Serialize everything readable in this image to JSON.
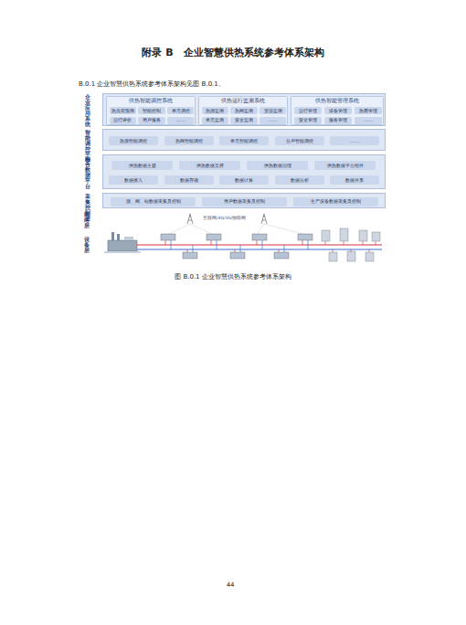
{
  "diagram": {
    "title": "附录 B　企业智慧供热系统参考体系架构",
    "caption": "图 B.0.1 企业智慧供热系统参考体系架构",
    "nodes": [
      {
        "text": [
          "企业应用系统"
        ]
      },
      {
        "text": [
          "供热智能调控系统"
        ],
        "in": 0
      },
      {
        "text": [
          "热负荷预测"
        ],
        "in": 1
      },
      {
        "text": [
          "智能控制"
        ],
        "in": 1
      },
      {
        "text": [
          "单元调控"
        ],
        "in": 1
      },
      {
        "text": [
          "运行评价"
        ],
        "in": 1
      },
      {
        "text": [
          "用户服务"
        ],
        "in": 1
      },
      {
        "text": [
          "……"
        ],
        "in": 1
      },
      {
        "text": [
          "供热运行监测系统"
        ],
        "in": 0
      },
      {
        "text": [
          "热源监测"
        ],
        "in": 8
      },
      {
        "text": [
          "热网监测"
        ],
        "in": 8
      },
      {
        "text": [
          "室温监测"
        ],
        "in": 8
      },
      {
        "text": [
          "单元监测"
        ],
        "in": 8
      },
      {
        "text": [
          "安全监测"
        ],
        "in": 8
      },
      {
        "text": [
          "……"
        ],
        "in": 8
      },
      {
        "text": [
          "供热智能管理系统"
        ],
        "in": 0
      },
      {
        "text": [
          "运行管理"
        ],
        "in": 15
      },
      {
        "text": [
          "设备管理"
        ],
        "in": 15
      },
      {
        "text": [
          "热费管理"
        ],
        "in": 15
      },
      {
        "text": [
          "安全管理"
        ],
        "in": 15
      },
      {
        "text": [
          "服务管理"
        ],
        "in": 15
      },
      {
        "text": [
          "……"
        ],
        "in": 15
      },
      {
        "text": [
          "智能调控平台"
        ]
      },
      {
        "text": [
          "热源智能调控"
        ],
        "in": 22
      },
      {
        "text": [
          "热网智能调控"
        ],
        "in": 22
      },
      {
        "text": [
          "单元智能调控"
        ],
        "in": 22
      },
      {
        "text": [
          "分户智能调控"
        ],
        "in": 22
      },
      {
        "text": [
          "……"
        ],
        "in": 22
      },
      {
        "text": [
          "融合数据平台"
        ]
      },
      {
        "text": [
          "供热数据主题"
        ],
        "in": 28
      },
      {
        "text": [
          "供热数据支撑"
        ],
        "in": 28
      },
      {
        "text": [
          "供热数据治理"
        ],
        "in": 28
      },
      {
        "text": [
          "供热数据平台组件"
        ],
        "in": 28
      },
      {
        "text": [
          "数据接入"
        ],
        "in": 28
      },
      {
        "text": [
          "数据存储"
        ],
        "in": 28
      },
      {
        "text": [
          "数据计算"
        ],
        "in": 28
      },
      {
        "text": [
          "数据分析"
        ],
        "in": 28
      },
      {
        "text": [
          "数据共享"
        ],
        "in": 28
      },
      {
        "text": [
          "采集控制层"
        ]
      },
      {
        "text": [
          "源、网、站数据采集及控制"
        ],
        "in": 38
      },
      {
        "text": [
          "用户数据采集及控制"
        ],
        "in": 38
      },
      {
        "text": [
          "生产设备数据采集及控制"
        ],
        "in": 38
      },
      {
        "text": [
          "网络层"
        ]
      },
      {
        "text": [
          "设备层"
        ]
      }
    ],
    "labels": [
      "B.0.1 企业智慧供热系统参考体系架构见图 B.0.1。",
      "互联网/4G/5G/物联网",
      "44"
    ]
  }
}
